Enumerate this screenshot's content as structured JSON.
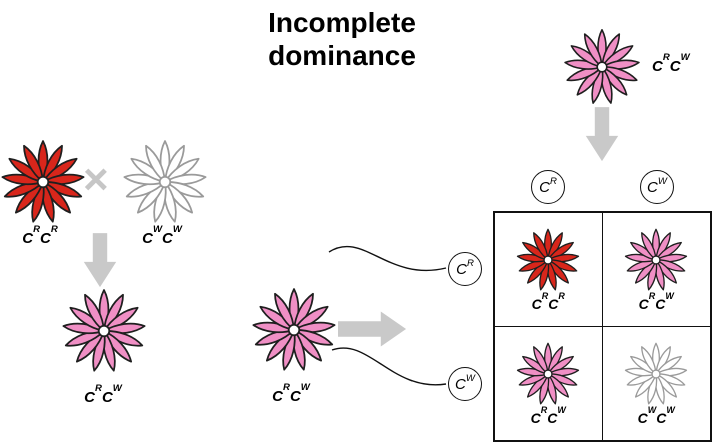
{
  "title": "Incomplete dominance",
  "colors": {
    "red": "#d8261b",
    "pink": "#f08fc5",
    "white": "#ffffff",
    "outline_dark": "#1f1f1f",
    "outline_light": "#9a9a9a",
    "arrow": "#c9c9c9",
    "line": "#111111"
  },
  "cross": {
    "times_symbol": "×",
    "parent1": {
      "genotype": "C^R C^R",
      "color": "red"
    },
    "parent2": {
      "genotype": "C^W C^W",
      "color": "white"
    },
    "offspring": {
      "genotype": "C^R C^W",
      "color": "pink"
    }
  },
  "self_cross": {
    "parent": {
      "genotype": "C^R C^W",
      "color": "pink"
    }
  },
  "punnett": {
    "top_parent": {
      "genotype": "C^R C^W",
      "color": "pink"
    },
    "col_headers": [
      "C^R",
      "C^W"
    ],
    "row_headers": [
      "C^R",
      "C^W"
    ],
    "cells": [
      {
        "genotype": "C^R C^R",
        "color": "red"
      },
      {
        "genotype": "C^R C^W",
        "color": "pink"
      },
      {
        "genotype": "C^R C^W",
        "color": "pink"
      },
      {
        "genotype": "C^W C^W",
        "color": "white"
      }
    ]
  }
}
